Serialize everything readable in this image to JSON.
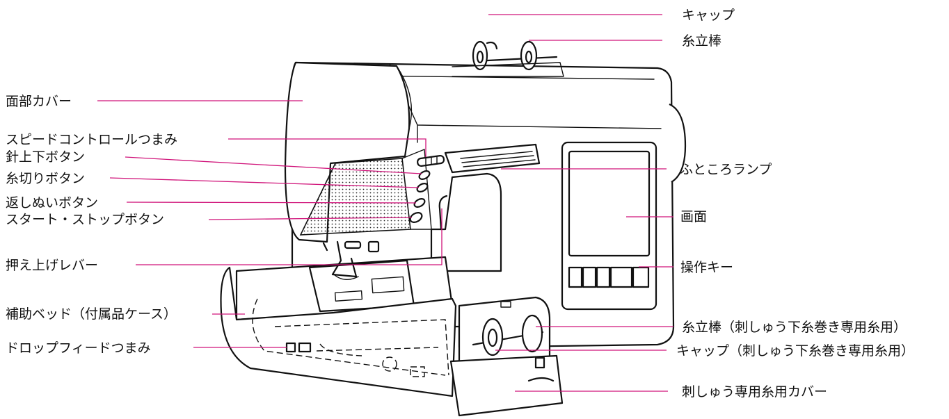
{
  "colors": {
    "leader": "#d0147a",
    "outline": "#111111",
    "text": "#111111"
  },
  "labels": {
    "cap": "キャップ",
    "spool_pin": "糸立棒",
    "face_cover": "面部カバー",
    "speed_control": "スピードコントロールつまみ",
    "needle_button": "針上下ボタン",
    "cutter_button": "糸切りボタン",
    "reverse_button": "返しぬいボタン",
    "start_stop_button": "スタート・ストップボタン",
    "lamp": "ふところランプ",
    "screen": "画面",
    "presser_lever": "押え上げレバー",
    "op_keys": "操作キー",
    "flatbed": "補助ベッド（付属品ケース）",
    "emb_spool_pin": "糸立棒（刺しゅう下糸巻き専用糸用）",
    "drop_feed": "ドロップフィードつまみ",
    "emb_cap": "キャップ（刺しゅう下糸巻き専用糸用）",
    "emb_cover": "刺しゅう専用糸用カバー"
  }
}
